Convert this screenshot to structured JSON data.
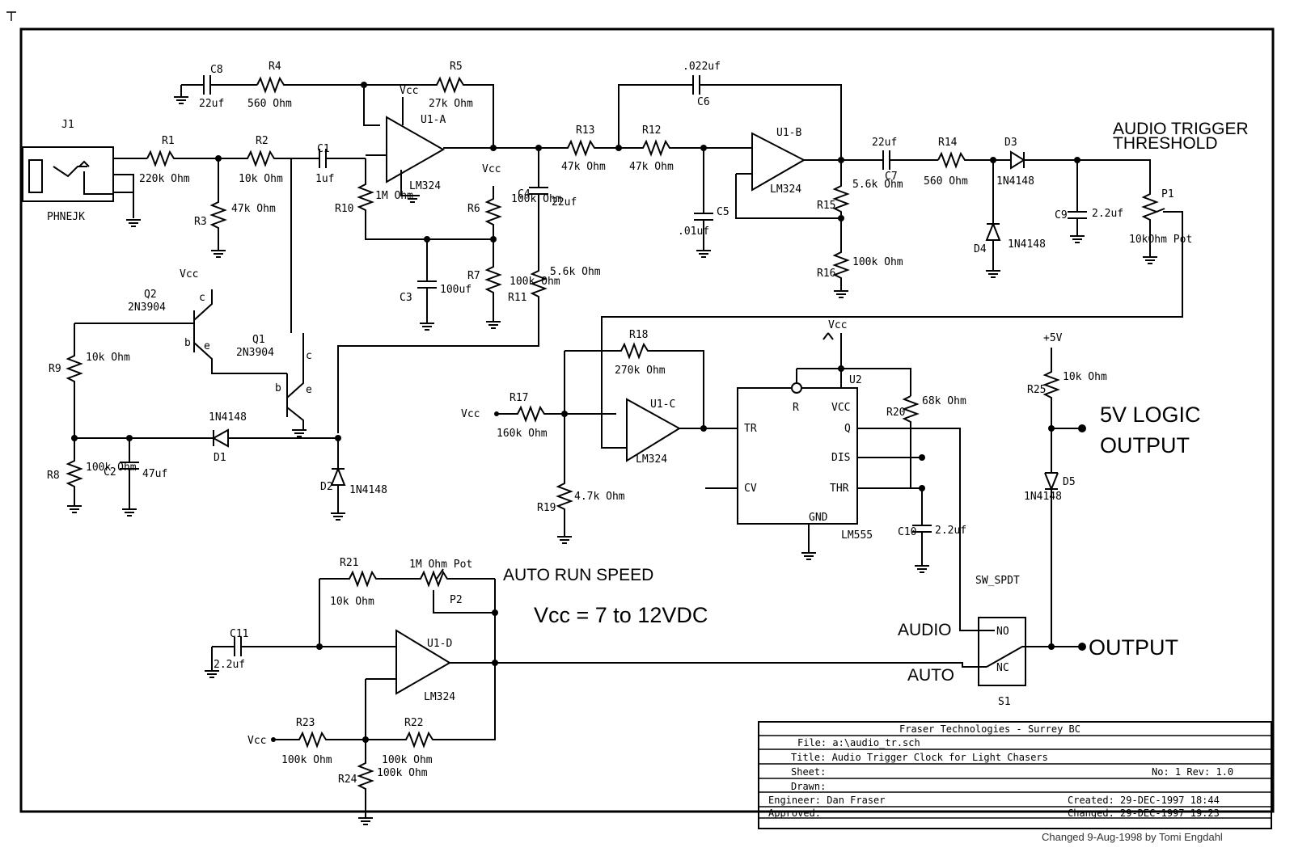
{
  "labels": {
    "j1": "J1",
    "j1_type": "PHNEJK",
    "r1": "R1",
    "r1_val": "220k Ohm",
    "r2": "R2",
    "r2_val": "10k Ohm",
    "r3": "R3",
    "r3_val": "47k Ohm",
    "r4": "R4",
    "r4_val": "560 Ohm",
    "r5": "R5",
    "r5_val": "27k Ohm",
    "r6": "R6",
    "r6_val": "100k Ohm",
    "r7": "R7",
    "r7_val": "100k Ohm",
    "r8": "R8",
    "r8_val": "100k Ohm",
    "r9": "R9",
    "r9_val": "10k Ohm",
    "r10": "R10",
    "r10_val": "1M Ohm",
    "r11": "R11",
    "r11_val": "5.6k Ohm",
    "r12": "R12",
    "r12_val": "47k Ohm",
    "r13": "R13",
    "r13_val": "47k Ohm",
    "r14": "R14",
    "r14_val": "560 Ohm",
    "r15": "R15",
    "r15_val": "5.6k Ohm",
    "r16": "R16",
    "r16_val": "100k Ohm",
    "r17": "R17",
    "r17_val": "160k Ohm",
    "r18": "R18",
    "r18_val": "270k Ohm",
    "r19": "R19",
    "r19_val": "4.7k Ohm",
    "r20": "R20",
    "r20_val": "68k Ohm",
    "r21": "R21",
    "r21_val": "10k Ohm",
    "r22": "R22",
    "r22_val": "100k Ohm",
    "r23": "R23",
    "r23_val": "100k Ohm",
    "r24": "R24",
    "r24_val": "100k Ohm",
    "r25": "R25",
    "r25_val": "10k Ohm",
    "c1": "C1",
    "c1_val": "1uf",
    "c2": "C2",
    "c2_val": "47uf",
    "c3": "C3",
    "c3_val": "100uf",
    "c4": "C4",
    "c4_val": "22uf",
    "c5": "C5",
    "c5_val": ".01uf",
    "c6": "C6",
    "c6_val": ".022uf",
    "c7": "C7",
    "c7_val": "22uf",
    "c8": "C8",
    "c8_val": "22uf",
    "c9": "C9",
    "c9_val": "2.2uf",
    "c10": "C10",
    "c10_val": "2.2uf",
    "c11": "C11",
    "c11_val": "2.2uf",
    "u1a": "U1-A",
    "u1b": "U1-B",
    "u1c": "U1-C",
    "u1d": "U1-D",
    "lm324": "LM324",
    "u2": "U2",
    "lm555": "LM555",
    "q1": "Q1",
    "q2": "Q2",
    "q_type": "2N3904",
    "d1": "D1",
    "d2": "D2",
    "d3": "D3",
    "d4": "D4",
    "d5": "D5",
    "d_type": "1N4148",
    "p1": "P1",
    "p1_val": "10kOhm Pot",
    "p2": "P2",
    "p2_val": "1M Ohm Pot",
    "s1": "S1",
    "s1_type": "SW_SPDT",
    "vcc": "Vcc",
    "plus5v": "+5V",
    "pin_tr": "TR",
    "pin_cv": "CV",
    "pin_r": "R",
    "pin_vcc": "VCC",
    "pin_q": "Q",
    "pin_dis": "DIS",
    "pin_thr": "THR",
    "pin_gnd": "GND",
    "pin_no": "NO",
    "pin_nc": "NC",
    "b": "b",
    "c": "c",
    "e": "e"
  },
  "annotations": {
    "audio_trigger_1": "AUDIO TRIGGER",
    "audio_trigger_2": "THRESHOLD",
    "logic_1": "5V LOGIC",
    "logic_2": "OUTPUT",
    "auto_run_speed": "AUTO RUN SPEED",
    "vcc_range": "Vcc = 7 to 12VDC",
    "audio": "AUDIO",
    "auto": "AUTO",
    "output": "OUTPUT"
  },
  "title_block": {
    "company": "Fraser Technologies - Surrey BC",
    "file": "File: a:\\audio_tr.sch",
    "title": "Title: Audio Trigger Clock for Light Chasers",
    "sheet": "Sheet:",
    "no_rev": "No: 1 Rev: 1.0",
    "drawn": "Drawn:",
    "engineer": "Engineer: Dan Fraser",
    "created": "Created: 29-DEC-1997 18:44",
    "approved": "Approved:",
    "changed": "Changed: 29-DEC-1997 19:23"
  },
  "credit": "Changed 9-Aug-1998 by Tomi Engdahl"
}
